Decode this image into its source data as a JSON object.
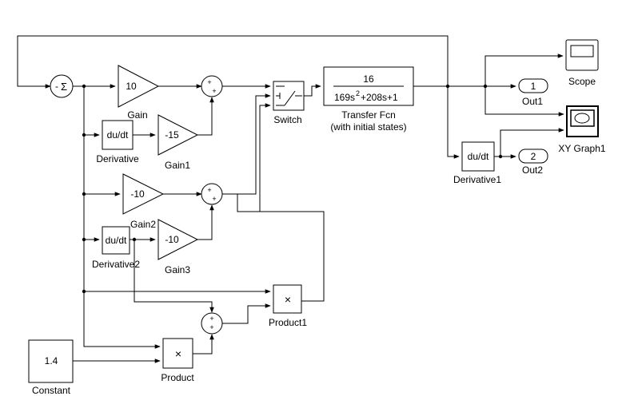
{
  "blocks": {
    "sum_main": {
      "sign_a": "-",
      "symbol": "Σ"
    },
    "gain": {
      "value": "10",
      "label": "Gain"
    },
    "gain1": {
      "value": "-15",
      "label": "Gain1"
    },
    "gain2": {
      "value": "-10",
      "label": "Gain2"
    },
    "gain3": {
      "value": "-10",
      "label": "Gain3"
    },
    "derivative": {
      "value": "du/dt",
      "label": "Derivative"
    },
    "derivative1": {
      "value": "du/dt",
      "label": "Derivative1"
    },
    "derivative2": {
      "value": "du/dt",
      "label": "Derivative2"
    },
    "sum1": {
      "sign_a": "+",
      "sign_b": "+"
    },
    "sum2": {
      "sign_a": "+",
      "sign_b": "+"
    },
    "sum3": {
      "sign_a": "+",
      "sign_b": "+"
    },
    "switch": {
      "label": "Switch"
    },
    "transfer_fcn": {
      "numerator": "16",
      "den_a": "169s",
      "den_exp": "2",
      "den_b": "+208s+1",
      "label": "Transfer Fcn",
      "label2": "(with initial states)"
    },
    "scope": {
      "label": "Scope"
    },
    "xy_graph": {
      "label": "XY Graph1"
    },
    "out1": {
      "value": "1",
      "label": "Out1"
    },
    "out2": {
      "value": "2",
      "label": "Out2"
    },
    "product": {
      "symbol": "×",
      "label": "Product"
    },
    "product1": {
      "symbol": "×",
      "label": "Product1"
    },
    "constant": {
      "value": "1.4",
      "label": "Constant"
    }
  }
}
